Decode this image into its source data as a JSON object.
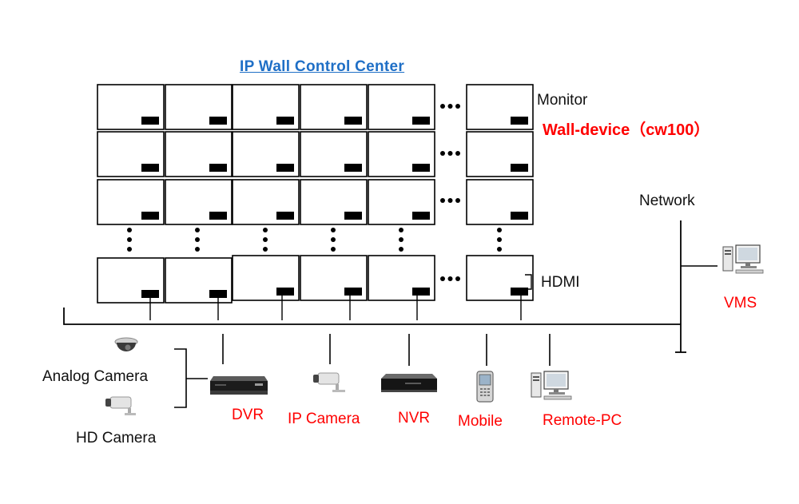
{
  "title": "IP Wall Control Center",
  "labels": {
    "monitor": "Monitor",
    "wall_device": "Wall-device（cw100）",
    "network": "Network",
    "hdmi": "HDMI",
    "vms": "VMS",
    "analog_camera": "Analog Camera",
    "hd_camera": "HD Camera",
    "dvr": "DVR",
    "ip_camera": "IP Camera",
    "nvr": "NVR",
    "mobile": "Mobile",
    "remote_pc": "Remote-PC"
  },
  "colors": {
    "title": "#1f6fc6",
    "device_label": "#ff0000",
    "wall_device_label": "#ff0000",
    "plain_label": "#111111",
    "line": "#000000"
  },
  "icons": [
    "dome-camera-icon",
    "bullet-camera-icon",
    "dvr-icon",
    "ip-camera-icon",
    "nvr-icon",
    "mobile-phone-icon",
    "desktop-pc-icon"
  ]
}
